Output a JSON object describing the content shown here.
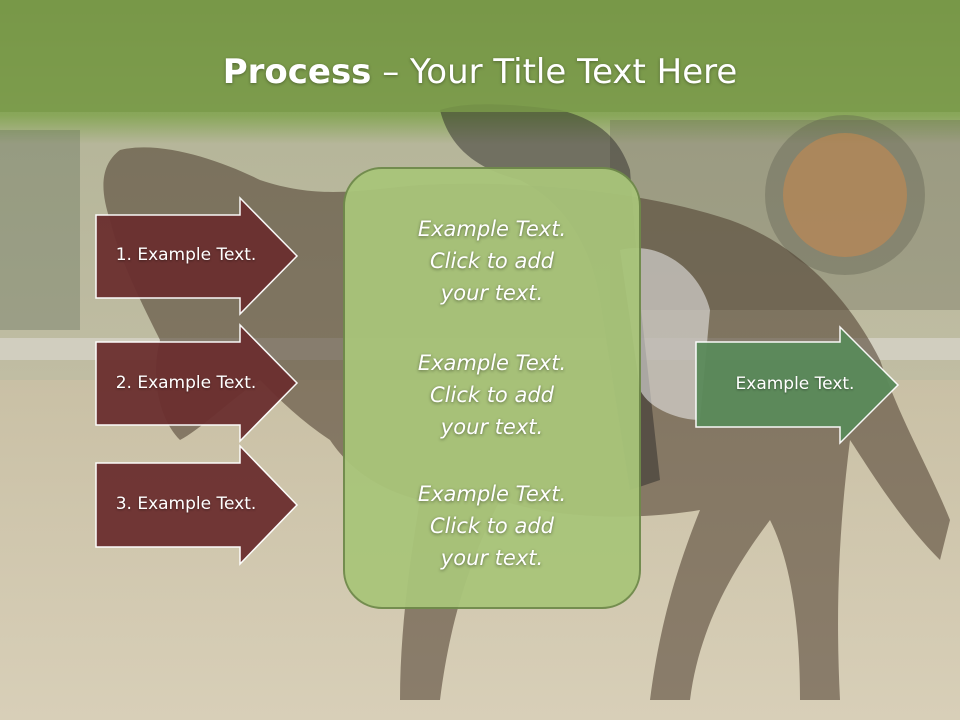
{
  "title": {
    "bold": "Process",
    "rest": " – Your Title Text Here"
  },
  "left_arrows": [
    {
      "label": "1. Example Text."
    },
    {
      "label": "2. Example Text."
    },
    {
      "label": "3. Example Text."
    }
  ],
  "center_box": {
    "blocks": [
      {
        "line1": "Example Text.",
        "line2": "Click  to add",
        "line3": "your text."
      },
      {
        "line1": "Example Text.",
        "line2": "Click  to add",
        "line3": "your text."
      },
      {
        "line1": "Example Text.",
        "line2": "Click  to add",
        "line3": "your text."
      }
    ]
  },
  "right_arrow": {
    "label": "Example Text."
  },
  "colors": {
    "header_green": "#7a9a4a",
    "left_arrow_fill": "#6b2f2f",
    "center_box_fill": "#a9c57a",
    "right_arrow_fill": "#5a8a5a"
  }
}
